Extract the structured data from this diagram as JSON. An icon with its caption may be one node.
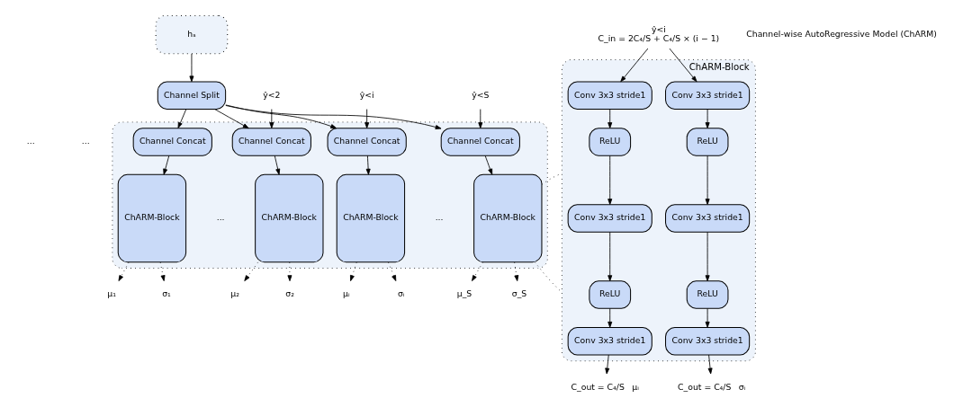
{
  "diagram": {
    "nodes": [
      {
        "text": [
          "hₛ"
        ]
      },
      {
        "text": [
          "Channel Split"
        ]
      },
      {
        "text": [],
        "shape": "box"
      },
      {
        "text": [
          "Channel Concat"
        ],
        "in": 2
      },
      {
        "text": [
          "ChARM-Block"
        ],
        "in": 2
      },
      {
        "text": [
          "Channel Concat"
        ],
        "in": 2
      },
      {
        "text": [
          "ChARM-Block"
        ],
        "in": 2
      },
      {
        "text": [
          "Channel Concat"
        ],
        "in": 2
      },
      {
        "text": [
          "ChARM-Block"
        ],
        "in": 2
      },
      {
        "text": [
          "Channel Concat"
        ],
        "in": 2
      },
      {
        "text": [
          "ChARM-Block"
        ],
        "in": 2
      },
      {
        "text": [
          "μ₁"
        ]
      },
      {
        "text": [
          "σ₁"
        ]
      },
      {
        "text": [
          "μ₂"
        ]
      },
      {
        "text": [
          "σ₂"
        ]
      },
      {
        "text": [
          "μᵢ"
        ]
      },
      {
        "text": [
          "σᵢ"
        ]
      },
      {
        "text": [
          "μ_S"
        ]
      },
      {
        "text": [
          "σ_S"
        ]
      },
      {
        "text": [
          "ŷ<2"
        ]
      },
      {
        "text": [
          "ŷ<i"
        ]
      },
      {
        "text": [
          "ŷ<S"
        ]
      },
      {
        "text": [
          "ChARM-Block"
        ]
      },
      {
        "text": [
          "ŷ<i",
          "C_in = 2C₄/S + C₄/S × (i − 1)"
        ]
      },
      {
        "text": [
          "Conv 3x3 stride1"
        ],
        "in": 22
      },
      {
        "text": [
          "ReLU"
        ],
        "in": 22
      },
      {
        "text": [
          "Conv 3x3 stride1"
        ],
        "in": 22
      },
      {
        "text": [
          "ReLU"
        ],
        "in": 22
      },
      {
        "text": [
          "Conv 3x3 stride1"
        ],
        "in": 22
      },
      {
        "text": [
          "Conv 3x3 stride1"
        ],
        "in": 22
      },
      {
        "text": [
          "ReLU"
        ],
        "in": 22
      },
      {
        "text": [
          "Conv 3x3 stride1"
        ],
        "in": 22
      },
      {
        "text": [
          "ReLU"
        ],
        "in": 22
      },
      {
        "text": [
          "Conv 3x3 stride1"
        ],
        "in": 22
      },
      {
        "text": [
          "μᵢ"
        ],
        "beside": [
          "C_out = C₄/S"
        ]
      },
      {
        "text": [
          "σᵢ"
        ],
        "beside": [
          "C_out = C₄/S"
        ]
      }
    ],
    "edges": [
      {
        "from": 0,
        "to": 1,
        "arrow": "to"
      },
      {
        "from": 1,
        "to": 3,
        "arrow": "to"
      },
      {
        "from": 1,
        "to": 5,
        "arrow": "to"
      },
      {
        "from": 1,
        "to": 7,
        "arrow": "to"
      },
      {
        "from": 1,
        "to": 9,
        "arrow": "to"
      },
      {
        "from": 19,
        "to": 5,
        "arrow": "to"
      },
      {
        "from": 20,
        "to": 7,
        "arrow": "to"
      },
      {
        "from": 21,
        "to": 9,
        "arrow": "to"
      },
      {
        "from": 3,
        "to": 4,
        "arrow": "to"
      },
      {
        "from": 5,
        "to": 6,
        "arrow": "to"
      },
      {
        "from": 7,
        "to": 8,
        "arrow": "to"
      },
      {
        "from": 9,
        "to": 10,
        "arrow": "to"
      },
      {
        "from": 4,
        "to": 11,
        "arrow": "to",
        "style": "dashed"
      },
      {
        "from": 4,
        "to": 12,
        "arrow": "to",
        "style": "dashed"
      },
      {
        "from": 6,
        "to": 13,
        "arrow": "to",
        "style": "dashed"
      },
      {
        "from": 6,
        "to": 14,
        "arrow": "to",
        "style": "dashed"
      },
      {
        "from": 8,
        "to": 15,
        "arrow": "to",
        "style": "dashed"
      },
      {
        "from": 8,
        "to": 16,
        "arrow": "to",
        "style": "dashed"
      },
      {
        "from": 10,
        "to": 17,
        "arrow": "to",
        "style": "dashed"
      },
      {
        "from": 10,
        "to": 18,
        "arrow": "to",
        "style": "dashed"
      },
      {
        "from": 10,
        "to": 22,
        "arrow": "none",
        "style": "dashed"
      },
      {
        "from": 10,
        "to": 22,
        "arrow": "none",
        "style": "dashed"
      },
      {
        "from": 23,
        "to": 24,
        "arrow": "to"
      },
      {
        "from": 23,
        "to": 29,
        "arrow": "to"
      },
      {
        "from": 24,
        "to": 25,
        "arrow": "to"
      },
      {
        "from": 25,
        "to": 26,
        "arrow": "to"
      },
      {
        "from": 26,
        "to": 27,
        "arrow": "to"
      },
      {
        "from": 27,
        "to": 28,
        "arrow": "to"
      },
      {
        "from": 29,
        "to": 30,
        "arrow": "to"
      },
      {
        "from": 30,
        "to": 31,
        "arrow": "to"
      },
      {
        "from": 31,
        "to": 32,
        "arrow": "to"
      },
      {
        "from": 32,
        "to": 33,
        "arrow": "to"
      },
      {
        "from": 28,
        "to": 34,
        "arrow": "to"
      },
      {
        "from": 33,
        "to": 35,
        "arrow": "to"
      }
    ],
    "labels": [
      "Channel-wise AutoRegressive Model (ChARM)",
      "...",
      "...",
      "...",
      "..."
    ]
  }
}
